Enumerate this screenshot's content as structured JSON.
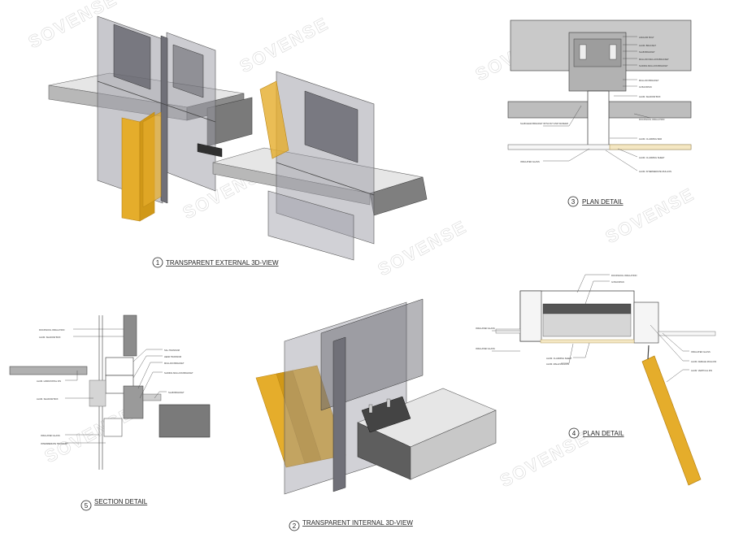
{
  "watermark": "SOVENSE",
  "views": {
    "v1": {
      "num": "1",
      "title": "TRANSPARENT EXTERNAL 3D-VIEW"
    },
    "v2": {
      "num": "2",
      "title": "TRANSPARENT INTERNAL 3D-VIEW"
    },
    "v3": {
      "num": "3",
      "title": "PLAN DETAIL"
    },
    "v4": {
      "num": "4",
      "title": "PLAN DETAIL"
    },
    "v5": {
      "num": "5",
      "title": "SECTION DETAIL"
    }
  },
  "colors": {
    "glass": "#9a9aa4",
    "glass_dark": "#5e5e66",
    "slab_top": "#e6e6e6",
    "slab_side": "#8c8c8c",
    "fin": "#e5ad2b",
    "fin_dark": "#b98414",
    "line": "#444444"
  },
  "notes3": {
    "left": [
      "SLAB HEAD BRACKET WITH NUT AND WASHER",
      "INSULATED GLASS"
    ],
    "right": [
      "ANCHOR BOLT",
      "ALUM. BRACKET",
      "SLAB BRACKET",
      "MULLION MULLION BRACKET",
      "SLIDING MULLION BRACKET",
      "MULLION BRACKET",
      "GI BACKPAN",
      "ALUM. SHADOW BOX",
      "ROCKWOOL INSULATION",
      "ALUM. CLADDING BAR",
      "ALUM. CLADDING SHEET",
      "ALUM. INTERMEDIATE MULLION"
    ]
  },
  "notes4": {
    "top": [
      "ROCKWOOL INSULATION",
      "GI BACKPAN"
    ],
    "left": [
      "INSULATED GLASS",
      "INSULATED GLASS"
    ],
    "bottom": [
      "ALUM. CLADDING SHEET",
      "ALUM. MALE MULLION"
    ],
    "right": [
      "INSULATED GLASS",
      "ALUM. FEMALE MULLION",
      "ALUM. VERTICAL FIN"
    ]
  },
  "notes5": {
    "left": [
      "ROCKWOOL INSULATION",
      "ALUM. SHADOW BOX",
      "ALUM. HORIZONTAL FIN",
      "ALUM. SHADOW BOX",
      "INSULATED GLASS",
      "INTERMEDIATE TRANSOM"
    ],
    "right": [
      "SILL TRANSOM",
      "HEAD TRANSOM",
      "MULLION BRACKET",
      "SLIDING MULLION BRACKET",
      "SLAB BRACKET"
    ]
  }
}
